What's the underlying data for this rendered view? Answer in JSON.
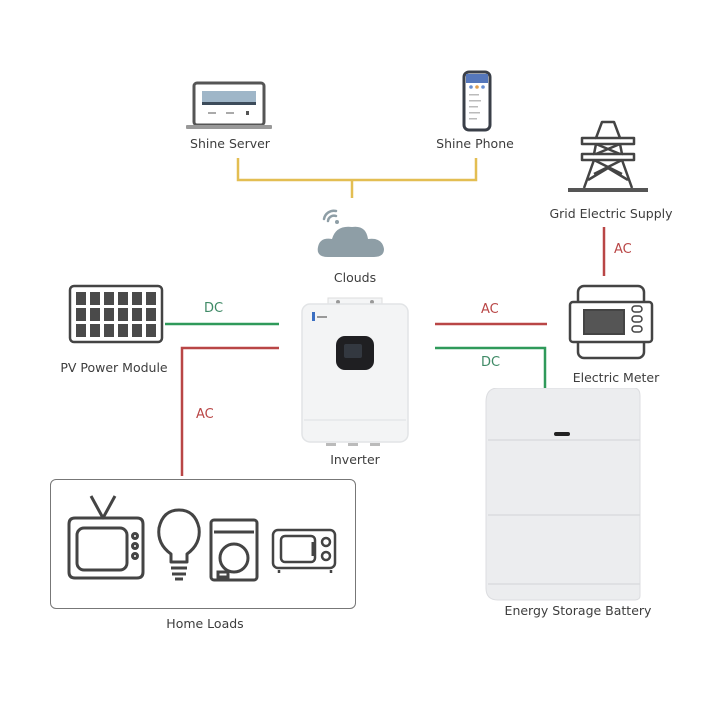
{
  "colors": {
    "ac_line": "#b94646",
    "dc_line": "#2f9a5a",
    "network_line": "#e3be52",
    "icon_stroke": "#444444",
    "cloud_fill": "#8e9ea6",
    "device_body": "#eef0f1"
  },
  "nodes": {
    "shine_server": {
      "label": "Shine Server",
      "icon": "laptop-icon"
    },
    "shine_phone": {
      "label": "Shine Phone",
      "icon": "smartphone-icon"
    },
    "clouds": {
      "label": "Clouds",
      "icon": "cloud-wifi-icon"
    },
    "grid": {
      "label": "Grid Electric Supply",
      "icon": "power-tower-icon"
    },
    "pv": {
      "label": "PV Power Module",
      "icon": "solar-panel-icon"
    },
    "inverter": {
      "label": "Inverter",
      "icon": "inverter-icon"
    },
    "meter": {
      "label": "Electric Meter",
      "icon": "electric-meter-icon"
    },
    "battery": {
      "label": "Energy Storage Battery",
      "icon": "battery-cabinet-icon"
    },
    "home_loads": {
      "label": "Home Loads",
      "items": [
        {
          "name": "television",
          "icon": "tv-icon"
        },
        {
          "name": "light bulb",
          "icon": "lightbulb-icon"
        },
        {
          "name": "washing machine",
          "icon": "washing-machine-icon"
        },
        {
          "name": "microwave",
          "icon": "microwave-icon"
        }
      ]
    }
  },
  "connections": [
    {
      "from": "PV Power Module",
      "to": "Inverter",
      "type": "DC"
    },
    {
      "from": "Inverter",
      "to": "Home Loads",
      "type": "AC"
    },
    {
      "from": "Inverter",
      "to": "Electric Meter",
      "type": "AC"
    },
    {
      "from": "Inverter",
      "to": "Energy Storage Battery",
      "type": "DC"
    },
    {
      "from": "Grid Electric Supply",
      "to": "Electric Meter",
      "type": "AC"
    },
    {
      "from": "Shine Server",
      "to": "Clouds",
      "type": "network"
    },
    {
      "from": "Shine Phone",
      "to": "Clouds",
      "type": "network"
    }
  ],
  "wire_labels": {
    "pv_dc": "DC",
    "loads_ac": "AC",
    "meter_ac": "AC",
    "battery_dc": "DC",
    "grid_ac": "AC"
  }
}
